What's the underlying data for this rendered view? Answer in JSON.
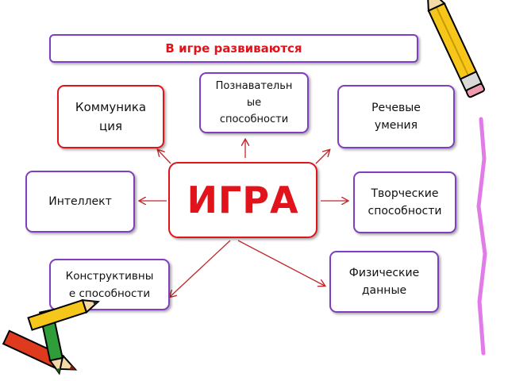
{
  "banner": {
    "text": "В игре развиваются"
  },
  "center": {
    "text": "ИГРА"
  },
  "nodes": {
    "pozn": {
      "lines": [
        "Познавательн",
        "ые",
        "способности"
      ]
    },
    "komm": {
      "lines": [
        "Коммуника",
        "ция"
      ]
    },
    "rech": {
      "lines": [
        "Речевые",
        "умения"
      ]
    },
    "intel": {
      "lines": [
        "Интеллект"
      ]
    },
    "tvor": {
      "lines": [
        "Творческие",
        "способности"
      ]
    },
    "fiz": {
      "lines": [
        "Физические",
        "данные"
      ]
    },
    "konstr": {
      "lines": [
        "Конструктивны",
        "е способности"
      ]
    }
  },
  "colors": {
    "accent": "#e0141a",
    "box_border": "#7f3fbf",
    "pencil_yellow": "#f7c61a",
    "pencil_red": "#e03a1e",
    "pencil_green": "#2f9e3a"
  },
  "icons": [
    "pencil-icon-top-right",
    "pencil-icon-red",
    "pencil-icon-green",
    "pencil-icon-yellow",
    "crayon-stroke-icon"
  ]
}
